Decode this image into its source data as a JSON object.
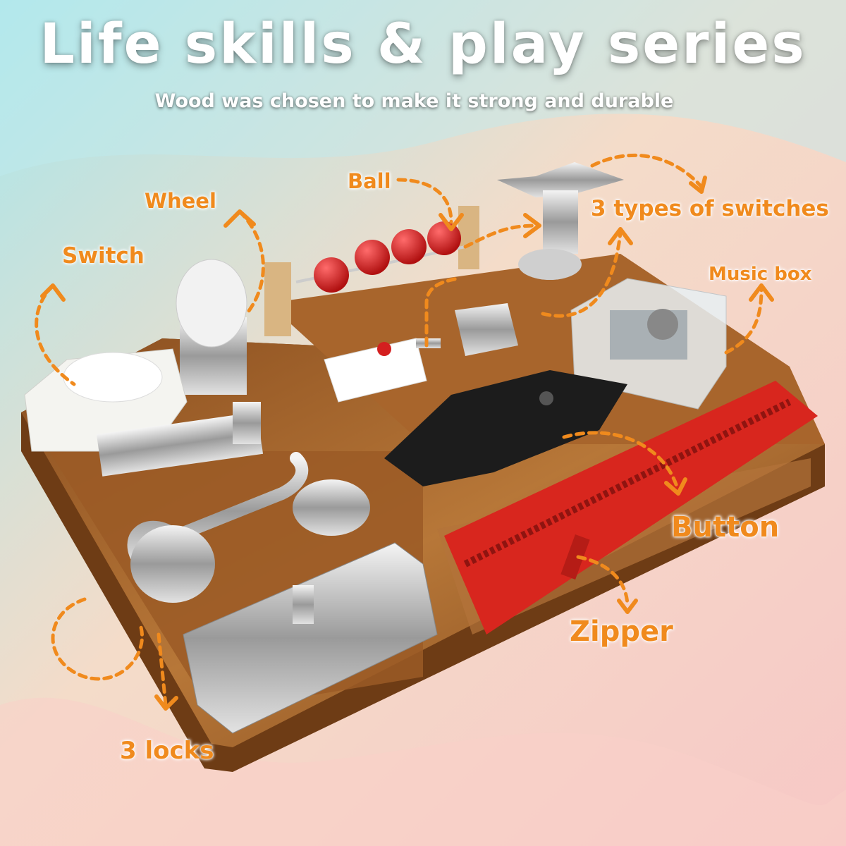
{
  "header": {
    "title": "Life skills & play series",
    "subtitle": "Wood was chosen to make it strong and durable"
  },
  "callouts": {
    "ball": "Ball",
    "wheel": "Wheel",
    "switch": "Switch",
    "switches": "3 types of switches",
    "music_box": "Music box",
    "button": "Button",
    "zipper": "Zipper",
    "locks": "3 locks"
  },
  "colors": {
    "accent": "#f08a1d",
    "wood": "#a8652c",
    "zipper": "#d8261e",
    "beads": "#d41f1f"
  }
}
